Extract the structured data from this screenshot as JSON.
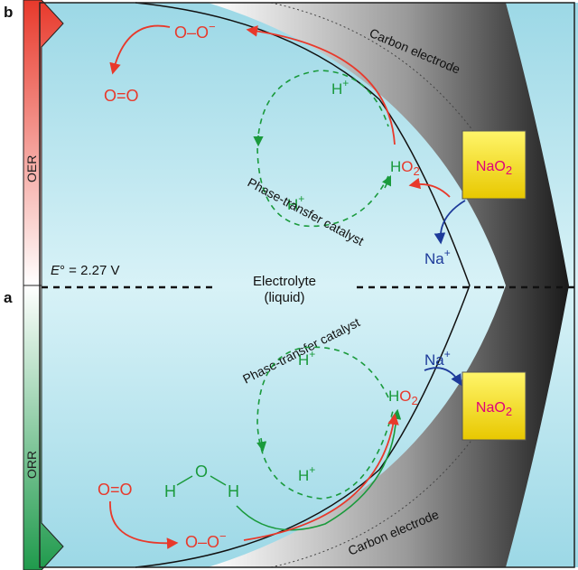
{
  "panels": {
    "top_letter": "b",
    "bottom_letter": "a"
  },
  "side_bar": {
    "top_label": "OER",
    "bottom_label": "ORR"
  },
  "potential": {
    "symbol": "E",
    "degree": "°",
    "text": " = 2.27 V"
  },
  "electrolyte": {
    "line1": "Electrolyte",
    "line2": "(liquid)"
  },
  "electrode_label": "Carbon electrode",
  "catalyst_label": "Phase-transfer catalyst",
  "species": {
    "proton": "H",
    "proton_sup": "+",
    "ho2": "HO",
    "ho2_sub": "2",
    "naO2": "NaO",
    "naO2_sub": "2",
    "na_ion": "Na",
    "na_sup": "+",
    "superoxide": "O–O",
    "superoxide_sup": "−",
    "dioxygen": "O=O",
    "water_o": "O",
    "water_h": "H"
  },
  "colors": {
    "oer_red": "#e8392b",
    "orr_green": "#1f9a4c",
    "electrolyte": "#bfe6ef",
    "catalyst_green": "#1a9a3c",
    "ion_blue": "#1d3a9a",
    "naO2_box": "#f5e418",
    "naO2_text": "#e0007a"
  }
}
